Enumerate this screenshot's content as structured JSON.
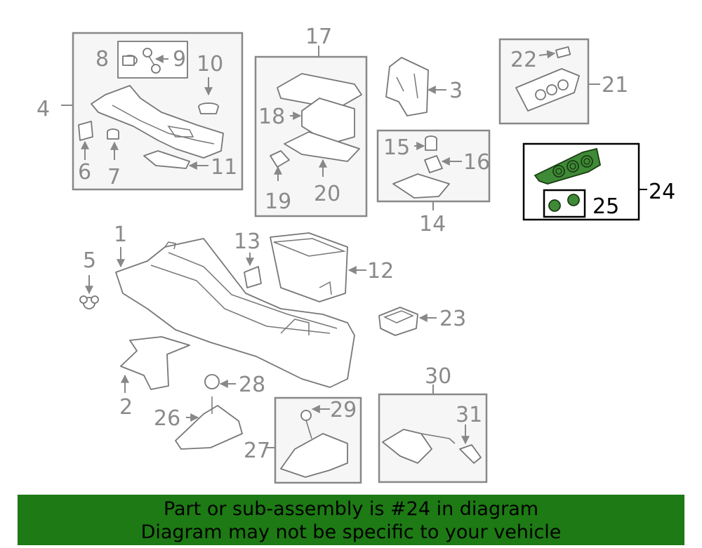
{
  "callouts": {
    "n1": "1",
    "n2": "2",
    "n3": "3",
    "n4": "4",
    "n5": "5",
    "n6": "6",
    "n7": "7",
    "n8": "8",
    "n9": "9",
    "n10": "10",
    "n11": "11",
    "n12": "12",
    "n13": "13",
    "n14": "14",
    "n15": "15",
    "n16": "16",
    "n17": "17",
    "n18": "18",
    "n19": "19",
    "n20": "20",
    "n21": "21",
    "n22": "22",
    "n23": "23",
    "n24": "24",
    "n25": "25",
    "n26": "26",
    "n27": "27",
    "n28": "28",
    "n29": "29",
    "n30": "30",
    "n31": "31"
  },
  "highlight": {
    "part_number": "24",
    "color": "#3f8a36"
  },
  "banner": {
    "line1": "Part or sub-assembly is #24 in diagram",
    "line2": "Diagram may not be specific to your vehicle",
    "background": "#1d7a14"
  }
}
